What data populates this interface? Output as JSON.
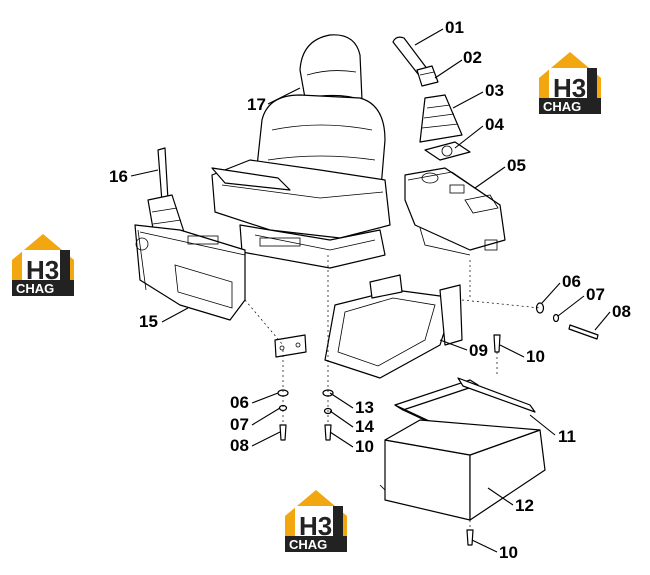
{
  "diagram": {
    "callouts": [
      {
        "id": "01",
        "label": "01"
      },
      {
        "id": "02",
        "label": "02"
      },
      {
        "id": "03",
        "label": "03"
      },
      {
        "id": "04",
        "label": "04"
      },
      {
        "id": "05",
        "label": "05"
      },
      {
        "id": "06a",
        "label": "06"
      },
      {
        "id": "07a",
        "label": "07"
      },
      {
        "id": "08a",
        "label": "08"
      },
      {
        "id": "09",
        "label": "09"
      },
      {
        "id": "10a",
        "label": "10"
      },
      {
        "id": "11",
        "label": "11"
      },
      {
        "id": "12",
        "label": "12"
      },
      {
        "id": "13",
        "label": "13"
      },
      {
        "id": "14",
        "label": "14"
      },
      {
        "id": "10b",
        "label": "10"
      },
      {
        "id": "06b",
        "label": "06"
      },
      {
        "id": "07b",
        "label": "07"
      },
      {
        "id": "08b",
        "label": "08"
      },
      {
        "id": "10c",
        "label": "10"
      },
      {
        "id": "15",
        "label": "15"
      },
      {
        "id": "16",
        "label": "16"
      },
      {
        "id": "17",
        "label": "17"
      }
    ]
  },
  "watermark": {
    "brand_top": "H3",
    "brand_bottom": "CHAG",
    "colors": {
      "orange": "#f2a60f",
      "dark": "#222222",
      "white": "#ffffff"
    }
  }
}
